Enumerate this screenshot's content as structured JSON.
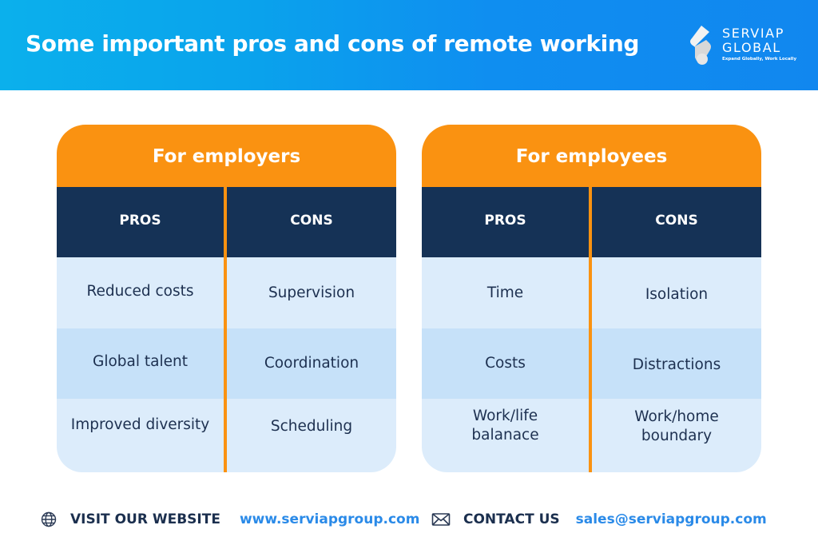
{
  "banner": {
    "title": "Some important pros and cons of remote working",
    "gradient": [
      "#0bb0ec",
      "#1187ef"
    ]
  },
  "logo": {
    "line1": "SERVIAP",
    "line2": "GLOBAL",
    "tagline": "Expand Globally, Work Locally",
    "icon": "serviap-logo-icon"
  },
  "colors": {
    "accent_orange": "#fa9211",
    "header_navy": "#153256",
    "row_light": "#dcecfb",
    "row_alt": "#c6e1f9",
    "text_dark": "#1d3050",
    "link_blue": "#2a8ae8"
  },
  "tables": [
    {
      "title": "For employers",
      "columns": [
        "PROS",
        "CONS"
      ],
      "rows": [
        {
          "pro": "Reduced costs",
          "con": "Supervision"
        },
        {
          "pro": "Global talent",
          "con": "Coordination"
        },
        {
          "pro": "Improved diversity",
          "con": "Scheduling"
        }
      ]
    },
    {
      "title": "For employees",
      "columns": [
        "PROS",
        "CONS"
      ],
      "rows": [
        {
          "pro": "Time",
          "con": "Isolation"
        },
        {
          "pro": "Costs",
          "con": "Distractions"
        },
        {
          "pro": "Work/life balanace",
          "con": "Work/home boundary"
        }
      ]
    }
  ],
  "footer": {
    "website": {
      "icon": "globe-icon",
      "label": "VISIT OUR WEBSITE",
      "link": "www.serviapgroup.com"
    },
    "contact": {
      "icon": "envelope-icon",
      "label": "CONTACT US",
      "link": "sales@serviapgroup.com"
    }
  }
}
